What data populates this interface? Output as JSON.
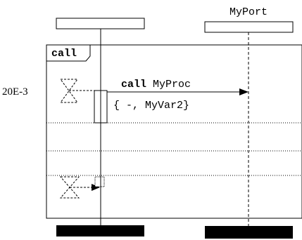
{
  "diagram": {
    "port_label": "MyPort",
    "frame_label": "call",
    "timer_value": "20E-3",
    "message": {
      "keyword": "call",
      "name": "MyProc"
    },
    "parameters": "{ -, MyVar2}"
  }
}
